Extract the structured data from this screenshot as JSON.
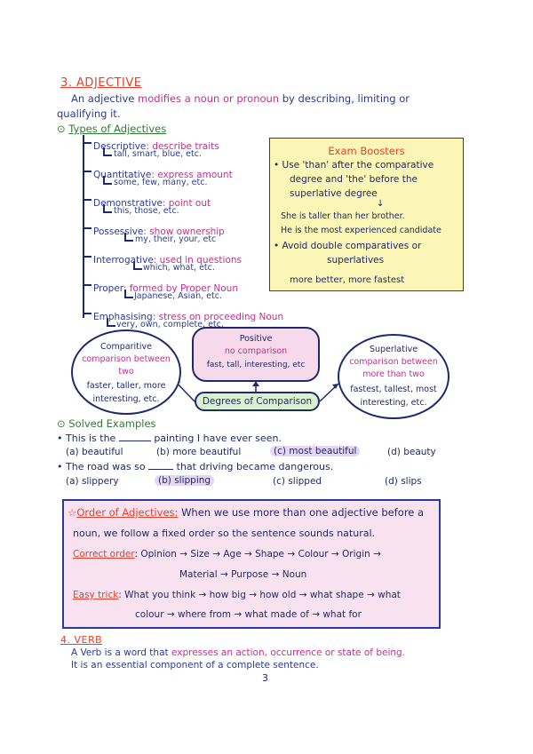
{
  "adjective": {
    "title": "3. ADJECTIVE",
    "def_line1_a": "An adjective",
    "def_line1_b": "modifies a noun or pronoun",
    "def_line1_c": "by describing, limiting or",
    "def_line2": "qualifying it."
  },
  "types": {
    "heading": "Types of Adjectives",
    "items": [
      {
        "label": "Descriptive",
        "def": ": describe traits",
        "ex": "tall, smart, blue, etc."
      },
      {
        "label": "Quantitative",
        "def": ": express amount",
        "ex": "some, few, many, etc."
      },
      {
        "label": "Demonstrative",
        "def": ": point out",
        "ex": "this, those, etc."
      },
      {
        "label": "Possessive",
        "def": ": show ownership",
        "ex": "my, their, your, etc"
      },
      {
        "label": "Interrogative",
        "def": ": used in questions",
        "ex": "which, what, etc."
      },
      {
        "label": "Proper",
        "def": ": formed by Proper Noun",
        "ex": "Japanese, Asian, etc."
      },
      {
        "label": "Emphasising",
        "def": ": stress on proceeding Noun",
        "ex": "very, own, complete, etc."
      }
    ]
  },
  "exam": {
    "title": "Exam Boosters",
    "b1_l1": "Use 'than' after the comparative",
    "b1_l2": "degree and 'the' before the",
    "b1_l3": "superlative degree",
    "ex1": "She is taller than her brother.",
    "ex2": "He is the most experienced candidate",
    "b2_l1": "Avoid double comparatives or",
    "b2_l2": "superlatives",
    "ex3": "more better, more fastest"
  },
  "degrees": {
    "comparative_l1": "Comparitive",
    "comparative_l2": "comparison between",
    "comparative_l3": "two",
    "comparative_l4": "faster, taller, more",
    "comparative_l5": "interesting, etc.",
    "positive_l1": "Positive",
    "positive_l2": "no comparison",
    "positive_l3": "fast, tall, interesting, etc",
    "superlative_l1": "Superlative",
    "superlative_l2": "comparison between",
    "superlative_l3": "more than two",
    "superlative_l4": "fastest, tallest, most",
    "superlative_l5": "interesting, etc.",
    "center": "Degrees of Comparison"
  },
  "solved": {
    "heading": "Solved Examples",
    "q1_a": "This is the",
    "q1_b": "painting I have ever seen.",
    "q1_opts": [
      "(a) beautiful",
      "(b) more beautiful",
      "(c) most beautiful",
      "(d) beauty"
    ],
    "q2_a": "The road was so",
    "q2_b": "that driving became dangerous.",
    "q2_opts": [
      "(a) slippery",
      "(b) slipping",
      "(c) slipped",
      "(d) slips"
    ]
  },
  "order": {
    "heading": "Order of Adjectives:",
    "intro_a": "When we use more than one adjective before a",
    "intro_b": "noun, we follow a fixed order so the sentence sounds natural.",
    "correct_label": "Correct order",
    "correct_l1": ": Opinion → Size → Age → Shape → Colour → Origin →",
    "correct_l2": "Material → Purpose → Noun",
    "trick_label": "Easy trick",
    "trick_l1": ": What you think → how big → how old → what shape → what",
    "trick_l2": "colour → where from → what made of → what for"
  },
  "verb": {
    "title": "4. VERB",
    "l1_a": "A Verb is a word that",
    "l1_b": "expresses an action, occurrence or state of being.",
    "l2": "It is an essential component of a complete sentence."
  },
  "page_number": "3"
}
